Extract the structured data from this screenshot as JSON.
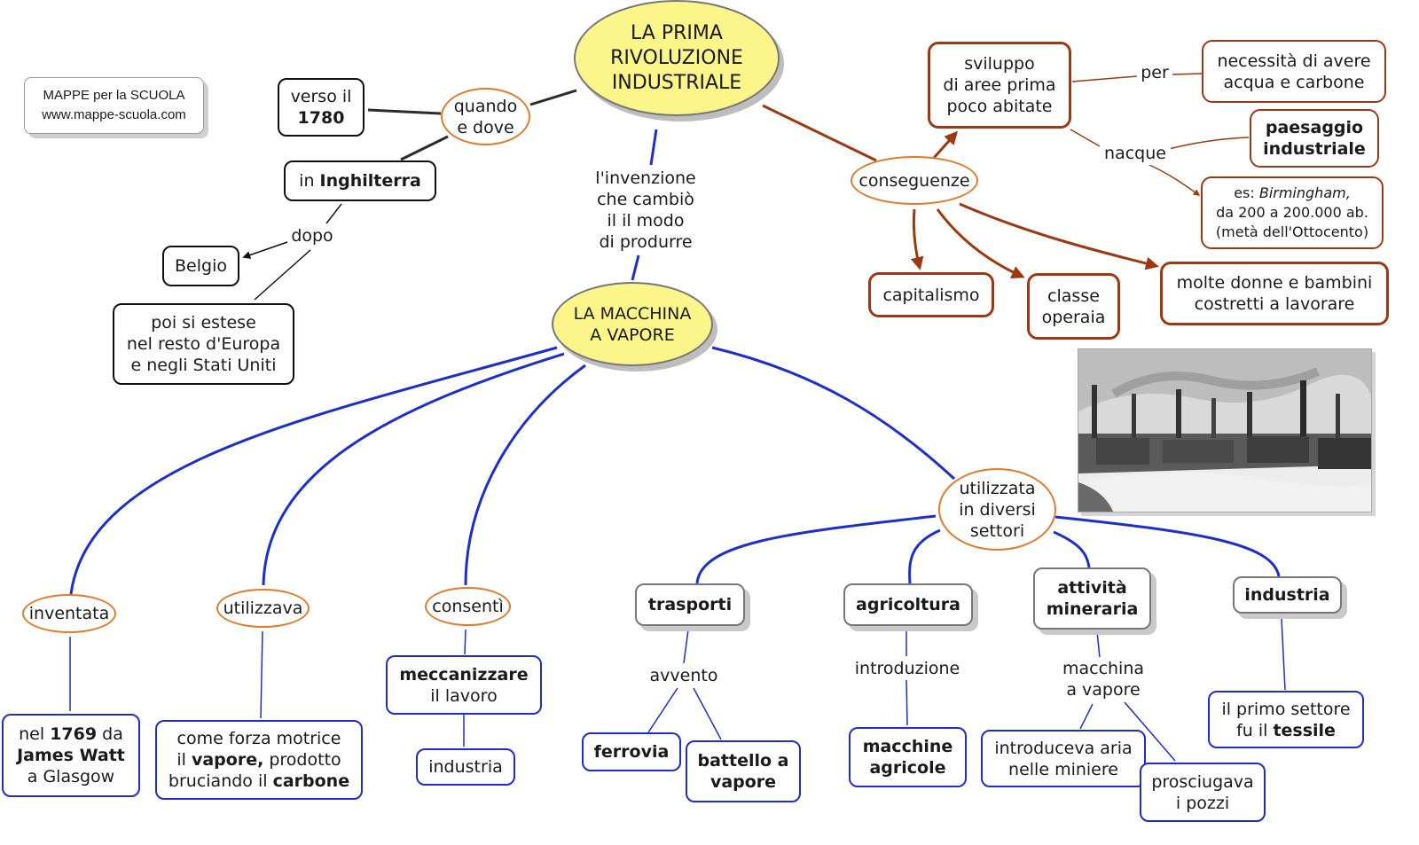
{
  "logo": {
    "line1": "MAPPE per la SCUOLA",
    "line2": "www.mappe-scuola.com"
  },
  "nodes": {
    "title": "LA PRIMA\nRIVOLUZIONE\nINDUSTRIALE",
    "quando": "quando\ne dove",
    "verso": "verso il",
    "verso_year": "1780",
    "in": "in ",
    "inghilterra": "Inghilterra",
    "dopo": "dopo",
    "belgio": "Belgio",
    "poi": "poi si estese\nnel resto d'Europa\ne negli Stati Uniti",
    "invenzione": "l'invenzione\nche cambiò\nil il modo\ndi produrre",
    "macchina": "LA MACCHINA\nA VAPORE",
    "conseguenze": "conseguenze",
    "sviluppo": "sviluppo\ndi aree prima\npoco abitate",
    "per": "per",
    "necessita": "necessità di avere\nacqua e carbone",
    "nacque": "nacque",
    "paesaggio": "paesaggio\nindustriale",
    "es_prefix": "es: ",
    "es_city": "Birmingham,",
    "es_rest": "da 200 a 200.000 ab.\n(metà dell'Ottocento)",
    "capitalismo": "capitalismo",
    "classe": "classe\noperaia",
    "molte": "molte donne e bambini\ncostretti a lavorare",
    "utilizzata": "utilizzata\nin diversi\nsettori",
    "inventata": "inventata",
    "nel": "nel ",
    "nel_year": "1769",
    "da": " da",
    "watt": "James Watt",
    "glasgow": "a Glasgow",
    "utilizzava": "utilizzava",
    "forza_1": "come forza motrice",
    "il": "il ",
    "vapore": "vapore,",
    "prodotto": " prodotto",
    "bruciando": "bruciando il ",
    "carbone": "carbone",
    "consenti": "consentì",
    "meccanizzare": "meccanizzare",
    "il_lavoro": "il lavoro",
    "industria_small": "industria",
    "trasporti": "trasporti",
    "avvento": "avvento",
    "ferrovia": "ferrovia",
    "battello": "battello a\nvapore",
    "agricoltura": "agricoltura",
    "introduzione": "introduzione",
    "macchine_agricole": "macchine\nagricole",
    "attivita": "attività\nmineraria",
    "macchina_vapore": "macchina\na vapore",
    "introduceva": "introduceva aria\nnelle miniere",
    "prosciugava": "prosciugava\ni pozzi",
    "industria": "industria",
    "primo": "il primo settore",
    "fu_il": "fu il ",
    "tessile": "tessile"
  },
  "colors": {
    "blue": "#1e2fc8",
    "brown": "#9a3a12",
    "orange": "#e07a2c",
    "yellow": "#fbf58a",
    "dark": "#2b2b2b"
  }
}
